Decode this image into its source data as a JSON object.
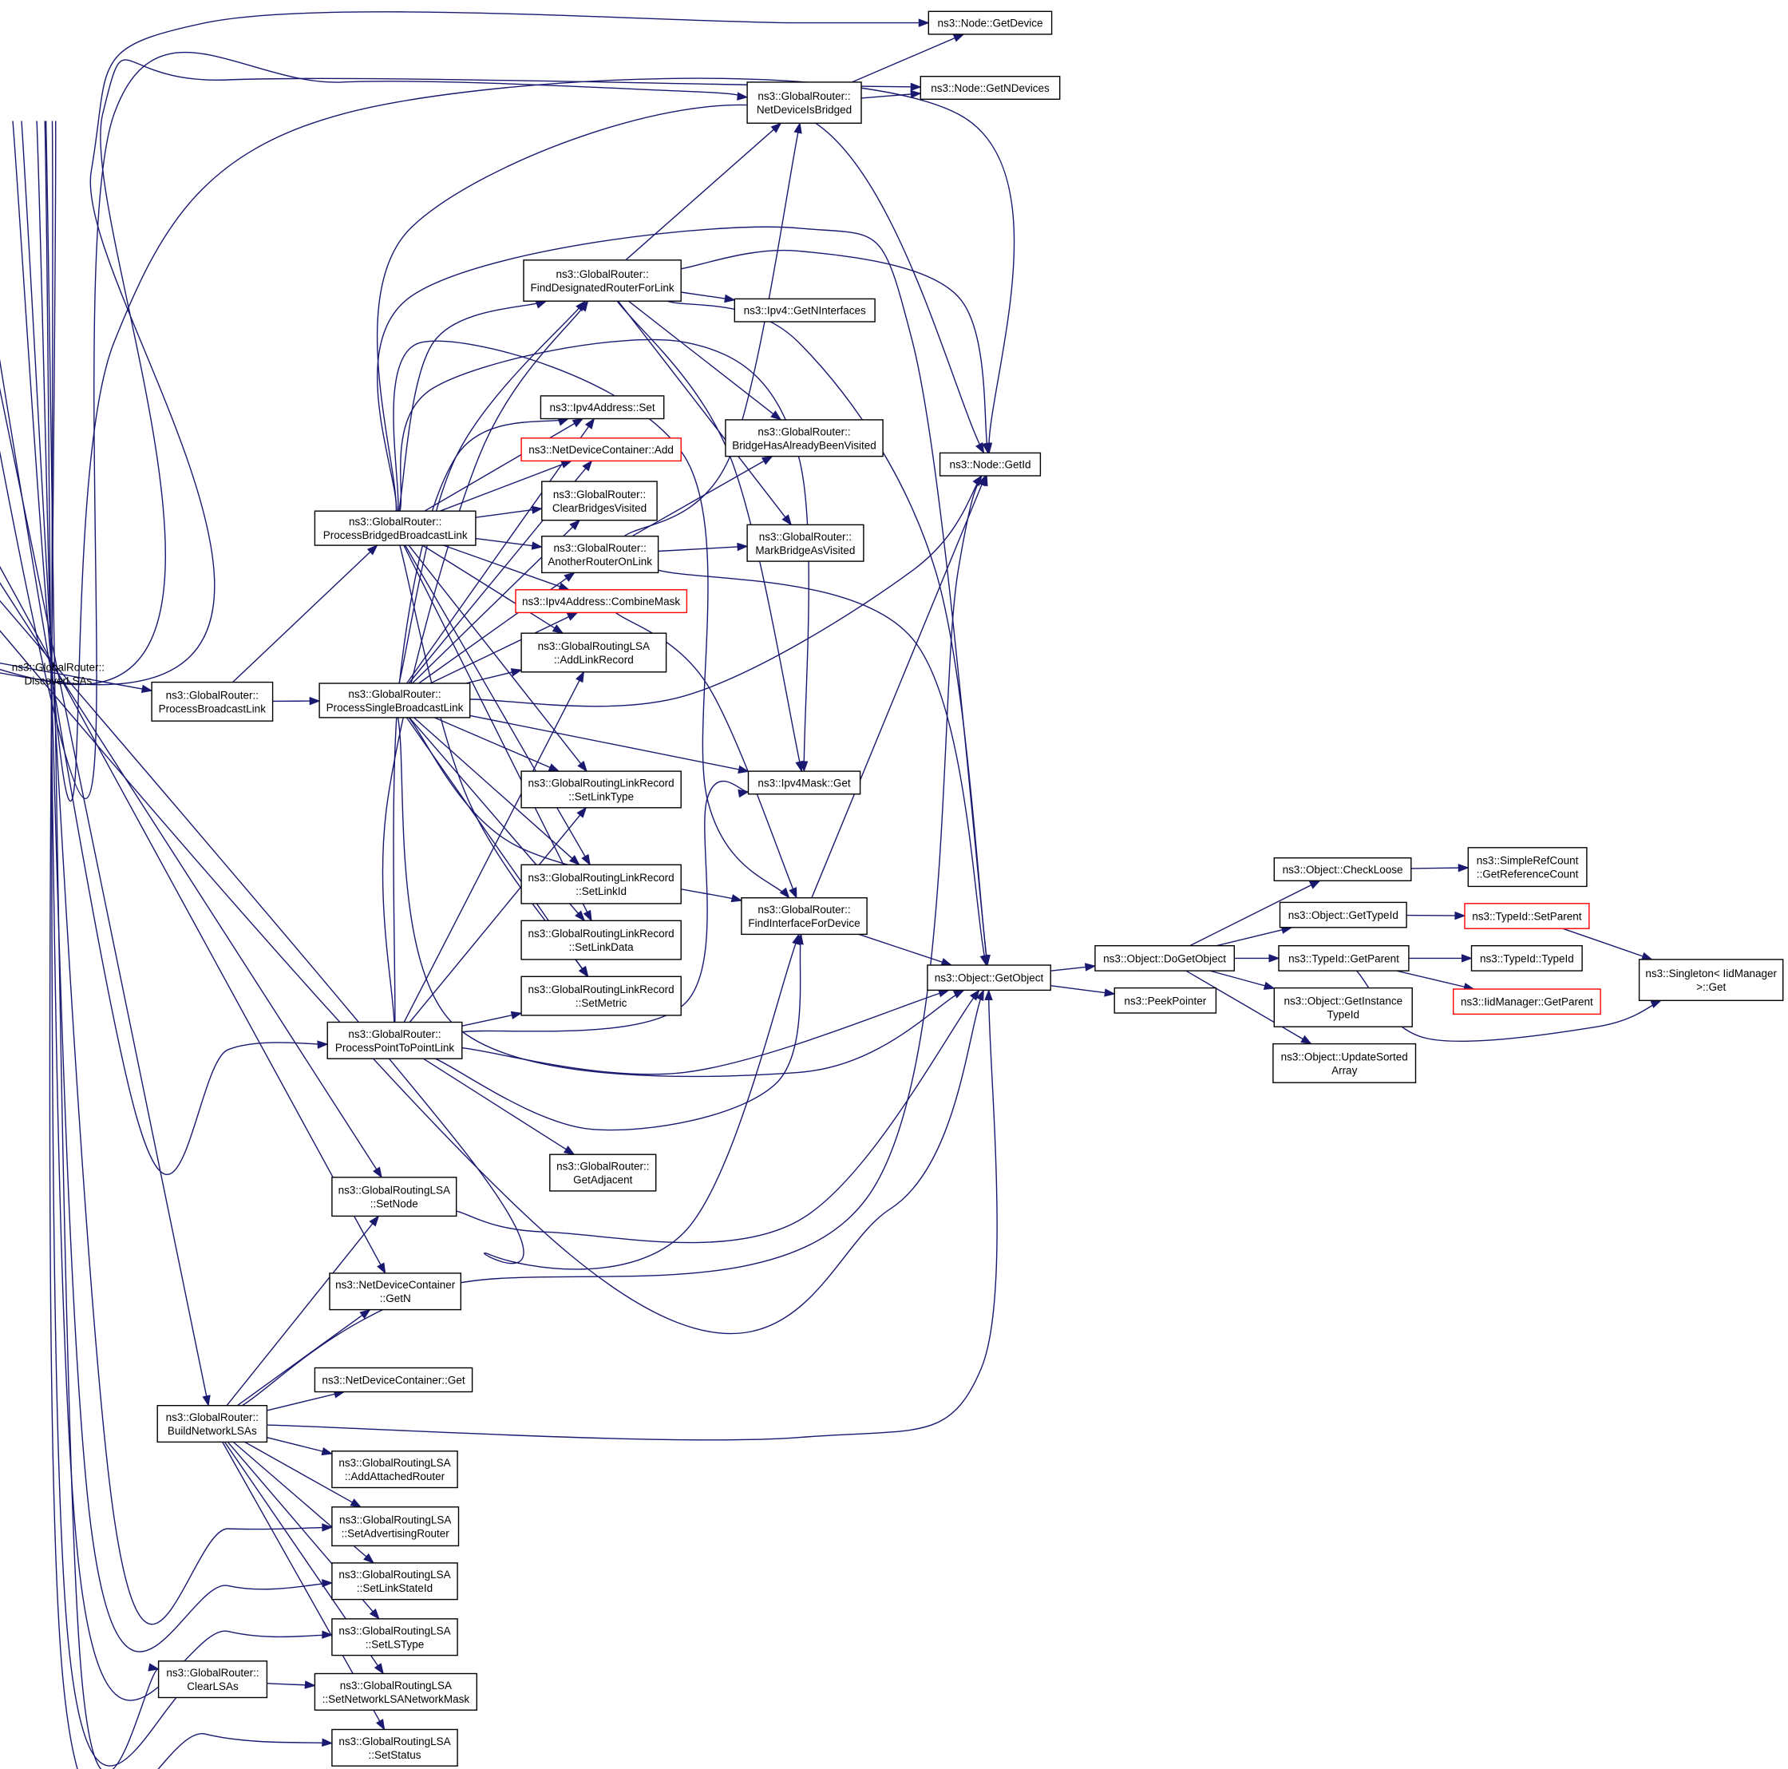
{
  "graph": {
    "nodes": [
      {
        "id": "discover",
        "lines": [
          "ns3::GlobalRouter::",
          "DiscoverLSAs"
        ],
        "root": true
      },
      {
        "id": "getdevice",
        "lines": [
          "ns3::Node::GetDevice"
        ]
      },
      {
        "id": "getndevices",
        "lines": [
          "ns3::Node::GetNDevices"
        ]
      },
      {
        "id": "netdevbridged",
        "lines": [
          "ns3::GlobalRouter::",
          "NetDeviceIsBridged"
        ]
      },
      {
        "id": "finddr",
        "lines": [
          "ns3::GlobalRouter::",
          "FindDesignatedRouterForLink"
        ]
      },
      {
        "id": "ipv4getn",
        "lines": [
          "ns3::Ipv4::GetNInterfaces"
        ]
      },
      {
        "id": "ipv4addrset",
        "lines": [
          "ns3::Ipv4Address::Set"
        ]
      },
      {
        "id": "bridgevisited",
        "lines": [
          "ns3::GlobalRouter::",
          "BridgeHasAlreadyBeenVisited"
        ]
      },
      {
        "id": "ndcadd",
        "lines": [
          "ns3::NetDeviceContainer::Add"
        ],
        "red": true
      },
      {
        "id": "nodegetid",
        "lines": [
          "ns3::Node::GetId"
        ]
      },
      {
        "id": "clearbridges",
        "lines": [
          "ns3::GlobalRouter::",
          "ClearBridgesVisited"
        ]
      },
      {
        "id": "procbridged",
        "lines": [
          "ns3::GlobalRouter::",
          "ProcessBridgedBroadcastLink"
        ]
      },
      {
        "id": "anotherrouter",
        "lines": [
          "ns3::GlobalRouter::",
          "AnotherRouterOnLink"
        ]
      },
      {
        "id": "markbridge",
        "lines": [
          "ns3::GlobalRouter::",
          "MarkBridgeAsVisited"
        ]
      },
      {
        "id": "combinemask",
        "lines": [
          "ns3::Ipv4Address::CombineMask"
        ],
        "red": true
      },
      {
        "id": "addlinkrecord",
        "lines": [
          "ns3::GlobalRoutingLSA",
          "::AddLinkRecord"
        ]
      },
      {
        "id": "procbroadcast",
        "lines": [
          "ns3::GlobalRouter::",
          "ProcessBroadcastLink"
        ]
      },
      {
        "id": "procsingle",
        "lines": [
          "ns3::GlobalRouter::",
          "ProcessSingleBroadcastLink"
        ]
      },
      {
        "id": "setlinktype",
        "lines": [
          "ns3::GlobalRoutingLinkRecord",
          "::SetLinkType"
        ]
      },
      {
        "id": "ipv4maskget",
        "lines": [
          "ns3::Ipv4Mask::Get"
        ]
      },
      {
        "id": "setlinkid",
        "lines": [
          "ns3::GlobalRoutingLinkRecord",
          "::SetLinkId"
        ]
      },
      {
        "id": "findiface",
        "lines": [
          "ns3::GlobalRouter::",
          "FindInterfaceForDevice"
        ]
      },
      {
        "id": "setlinkdata",
        "lines": [
          "ns3::GlobalRoutingLinkRecord",
          "::SetLinkData"
        ]
      },
      {
        "id": "setmetric",
        "lines": [
          "ns3::GlobalRoutingLinkRecord",
          "::SetMetric"
        ]
      },
      {
        "id": "procp2p",
        "lines": [
          "ns3::GlobalRouter::",
          "ProcessPointToPointLink"
        ]
      },
      {
        "id": "getadjacent",
        "lines": [
          "ns3::GlobalRouter::",
          "GetAdjacent"
        ]
      },
      {
        "id": "setnode",
        "lines": [
          "ns3::GlobalRoutingLSA",
          "::SetNode"
        ]
      },
      {
        "id": "ndcgetn",
        "lines": [
          "ns3::NetDeviceContainer",
          "::GetN"
        ]
      },
      {
        "id": "ndcget",
        "lines": [
          "ns3::NetDeviceContainer::Get"
        ]
      },
      {
        "id": "buildnet",
        "lines": [
          "ns3::GlobalRouter::",
          "BuildNetworkLSAs"
        ]
      },
      {
        "id": "addattached",
        "lines": [
          "ns3::GlobalRoutingLSA",
          "::AddAttachedRouter"
        ]
      },
      {
        "id": "setadvrouter",
        "lines": [
          "ns3::GlobalRoutingLSA",
          "::SetAdvertisingRouter"
        ]
      },
      {
        "id": "setlsid",
        "lines": [
          "ns3::GlobalRoutingLSA",
          "::SetLinkStateId"
        ]
      },
      {
        "id": "setlstype",
        "lines": [
          "ns3::GlobalRoutingLSA",
          "::SetLSType"
        ]
      },
      {
        "id": "clearlsas",
        "lines": [
          "ns3::GlobalRouter::",
          "ClearLSAs"
        ]
      },
      {
        "id": "setnetmask",
        "lines": [
          "ns3::GlobalRoutingLSA",
          "::SetNetworkLSANetworkMask"
        ]
      },
      {
        "id": "setstatus",
        "lines": [
          "ns3::GlobalRoutingLSA",
          "::SetStatus"
        ]
      },
      {
        "id": "getobject",
        "lines": [
          "ns3::Object::GetObject"
        ]
      },
      {
        "id": "dogetobject",
        "lines": [
          "ns3::Object::DoGetObject"
        ]
      },
      {
        "id": "peekpointer",
        "lines": [
          "ns3::PeekPointer"
        ]
      },
      {
        "id": "checkloose",
        "lines": [
          "ns3::Object::CheckLoose"
        ]
      },
      {
        "id": "gettypeid",
        "lines": [
          "ns3::Object::GetTypeId"
        ]
      },
      {
        "id": "typeidgetparent",
        "lines": [
          "ns3::TypeId::GetParent"
        ]
      },
      {
        "id": "getinstancetypeid",
        "lines": [
          "ns3::Object::GetInstance",
          "TypeId"
        ]
      },
      {
        "id": "updatesorted",
        "lines": [
          "ns3::Object::UpdateSorted",
          "Array"
        ]
      },
      {
        "id": "simplerefcount",
        "lines": [
          "ns3::SimpleRefCount",
          "::GetReferenceCount"
        ]
      },
      {
        "id": "typeidsetparent",
        "lines": [
          "ns3::TypeId::SetParent"
        ],
        "red": true
      },
      {
        "id": "typeidtypeid",
        "lines": [
          "ns3::TypeId::TypeId"
        ]
      },
      {
        "id": "iidmgrgetparent",
        "lines": [
          "ns3::IidManager::GetParent"
        ],
        "red": true
      },
      {
        "id": "singletonget",
        "lines": [
          "ns3::Singleton< IidManager",
          ">::Get"
        ]
      }
    ]
  }
}
